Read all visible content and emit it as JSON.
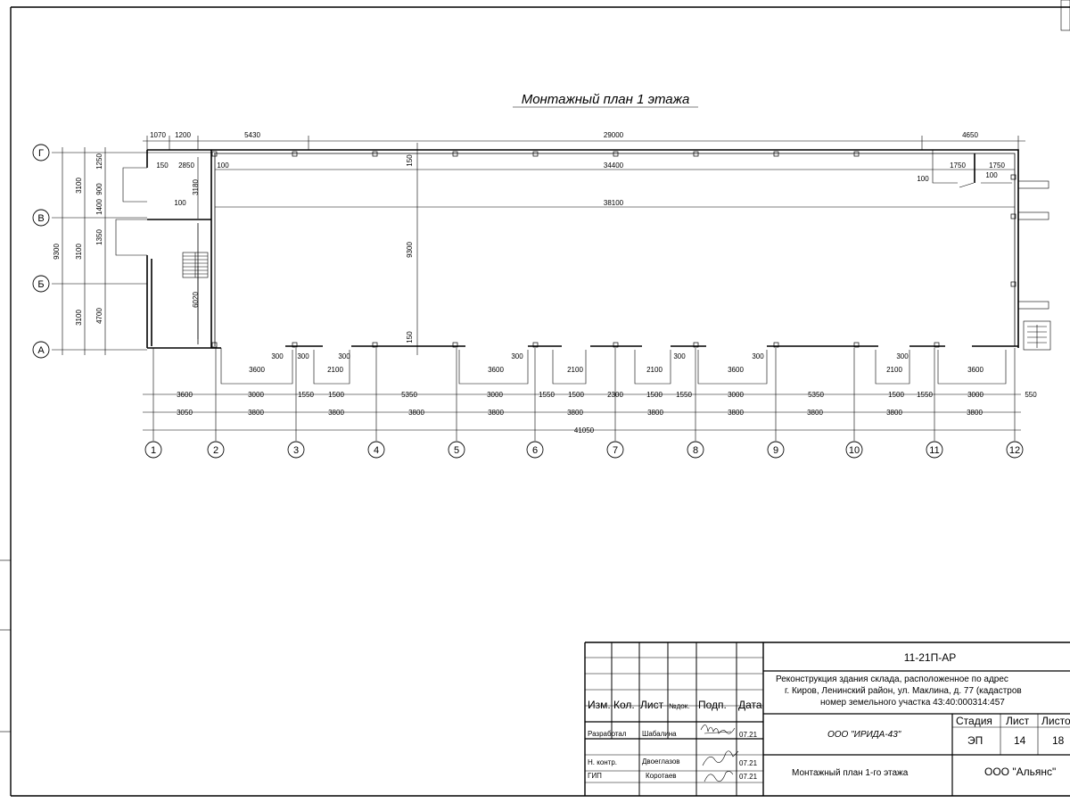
{
  "drawing": {
    "title": "Монтажный план 1 этажа",
    "axes_rows": [
      "Г",
      "В",
      "Б",
      "А"
    ],
    "axes_cols": [
      "1",
      "2",
      "3",
      "4",
      "5",
      "6",
      "7",
      "8",
      "9",
      "10",
      "11",
      "12"
    ],
    "dims_top": [
      "1070",
      "1200",
      "5430",
      "29000",
      "4650"
    ],
    "dims_left_outer": [
      "9300"
    ],
    "dims_left_mid": [
      "3100",
      "3100",
      "3100"
    ],
    "dims_left_inner": [
      "1250",
      "900",
      "1400",
      "1350",
      "4700"
    ],
    "dims_interior": [
      "150",
      "2850",
      "100",
      "3180",
      "100",
      "6020",
      "34400",
      "38100",
      "9300",
      "150",
      "150",
      "1750",
      "1750",
      "100",
      "100"
    ],
    "dims_bays": [
      "300",
      "3600",
      "300",
      "2100",
      "300",
      "3600",
      "300",
      "2100",
      "2100",
      "300",
      "3600",
      "300",
      "2100",
      "300",
      "3600"
    ],
    "dims_row1": [
      "3600",
      "3000",
      "1550",
      "1500",
      "5350",
      "3000",
      "1550",
      "1500",
      "2300",
      "1500",
      "1550",
      "3000",
      "5350",
      "1500",
      "1550",
      "3000",
      "550"
    ],
    "dims_row2": [
      "3050",
      "3800",
      "3800",
      "3800",
      "3800",
      "3800",
      "3800",
      "3800",
      "3800",
      "3800",
      "3800"
    ],
    "dims_total": "41050"
  },
  "title_block": {
    "code": "11-21П-АР",
    "project_line1": "Реконструкция здания склада, расположенное по адрес",
    "project_line2": "г. Киров, Ленинский район, ул. Маклина, д. 77 (кадастров",
    "project_line3": "номер земельного участка 43:40:000314:457",
    "col_izm": "Изм.",
    "col_kol": "Кол.",
    "col_list": "Лист",
    "col_ndok": "№док.",
    "col_podp": "Подп.",
    "col_data": "Дата",
    "role1": "Разработал",
    "name1": "Шабалина",
    "date1": "07.21",
    "role2": "Н. контр.",
    "name2": "Двоеглазов",
    "date2": "07.21",
    "role3": "ГИП",
    "name3": "Коротаев",
    "date3": "07.21",
    "org": "ООО \"ИРИДА-43\"",
    "sheet_title": "Монтажный план 1-го этажа",
    "stage_label": "Стадия",
    "sheet_label": "Лист",
    "sheets_label": "Листо",
    "stage": "ЭП",
    "sheet": "14",
    "sheets": "18",
    "company": "ООО \"Альянс\""
  }
}
